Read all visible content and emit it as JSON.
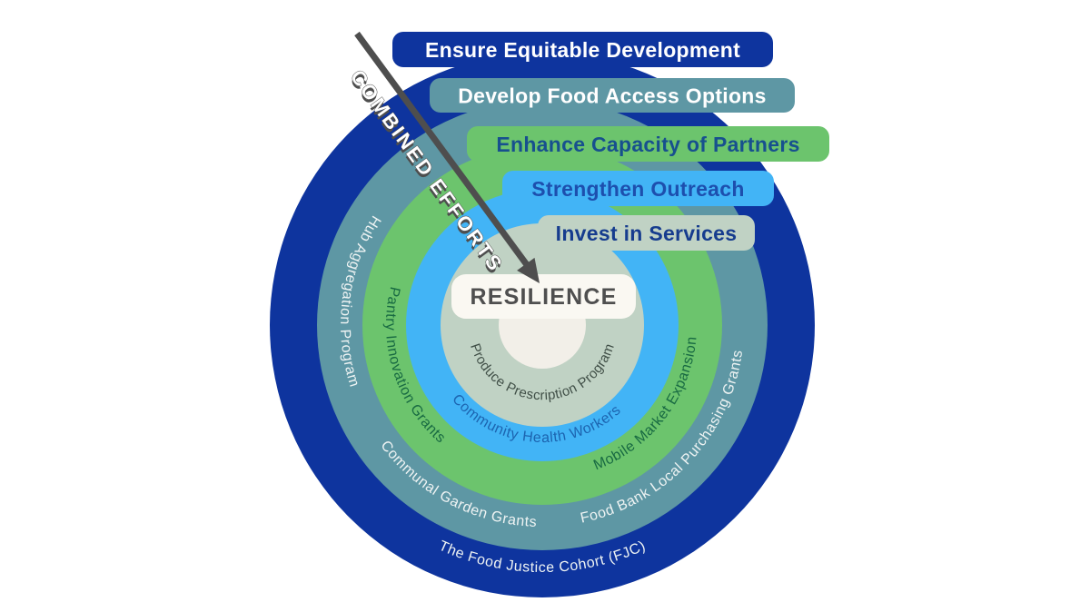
{
  "diagram": {
    "center_label": "RESILIENCE",
    "arrow_label": "COMBINED EFFORTS"
  },
  "rings": [
    {
      "banner": "Ensure Equitable Development",
      "color": "#0e349e",
      "text_color": "#ffffff",
      "programs": [
        "The Food Justice Cohort (FJC)"
      ]
    },
    {
      "banner": "Develop Food Access Options",
      "color": "#5e97a4",
      "text_color": "#ffffff",
      "programs": [
        "Hub Aggregation Program",
        "Communal Garden Grants",
        "Food Bank Local Purchasing Grants"
      ]
    },
    {
      "banner": "Enhance Capacity of Partners",
      "color": "#6cc46d",
      "text_color": "#17508e",
      "programs": [
        "Pantry Innovation Grants",
        "Mobile Market Expansion"
      ]
    },
    {
      "banner": "Strengthen Outreach",
      "color": "#42b4f6",
      "text_color": "#1d4fae",
      "programs": [
        "Community Health Workers"
      ]
    },
    {
      "banner": "Invest in Services",
      "color": "#c0d2c4",
      "text_color": "#163c8e",
      "programs": [
        "Produce Prescription Program"
      ]
    }
  ],
  "colors": {
    "inner_circle": "#f2efe8",
    "resilience_banner": "#faf8f2",
    "resilience_text": "#4f4f4f",
    "arrow": "#4e4e4e",
    "arrow_label_fill": "#ffffff",
    "ring_text_light": "#eef3f3",
    "ring_text_green": "#186a42",
    "ring_text_blue": "#1c64b0",
    "ring_text_sage": "#404f47"
  }
}
